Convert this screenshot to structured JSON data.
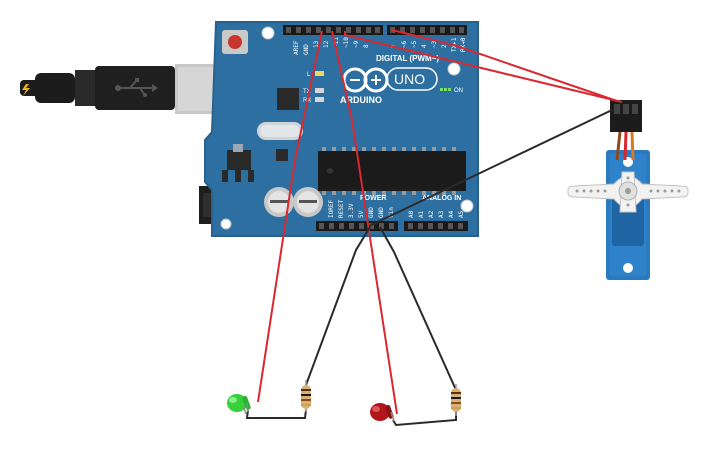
{
  "board": {
    "brand": "ARDUINO",
    "model": "UNO",
    "digital_label": "DIGITAL (PWM~)",
    "power_label": "POWER",
    "analog_label": "ANALOG IN",
    "on_label": "ON",
    "l_label": "L",
    "tx_label": "TX",
    "rx_label": "RX",
    "top_pins": [
      "AREF",
      "GND",
      "13",
      "12",
      "~11",
      "~10",
      "~9",
      "8",
      "7",
      "~6",
      "~5",
      "4",
      "~3",
      "2",
      "TX▸1",
      "RX◂0"
    ],
    "bottom_pins": [
      "IOREF",
      "RESET",
      "3.3V",
      "5V",
      "GND",
      "GND",
      "Vin",
      "A0",
      "A1",
      "A2",
      "A3",
      "A4",
      "A5"
    ]
  },
  "components": {
    "led_green": "green-led",
    "led_red": "red-led",
    "servo": "servo-motor",
    "resistor_1": "resistor",
    "resistor_2": "resistor",
    "usb": "usb-cable"
  },
  "colors": {
    "board": "#2d6fa0",
    "board_dark": "#1f5683",
    "wire_red": "#d9282f",
    "wire_black": "#2a2a2a",
    "led_green": "#35d13a",
    "led_red": "#b3151c",
    "servo_body": "#2a7ac0",
    "wire_brown": "#8a4a1a",
    "wire_orange": "#e0781d"
  }
}
